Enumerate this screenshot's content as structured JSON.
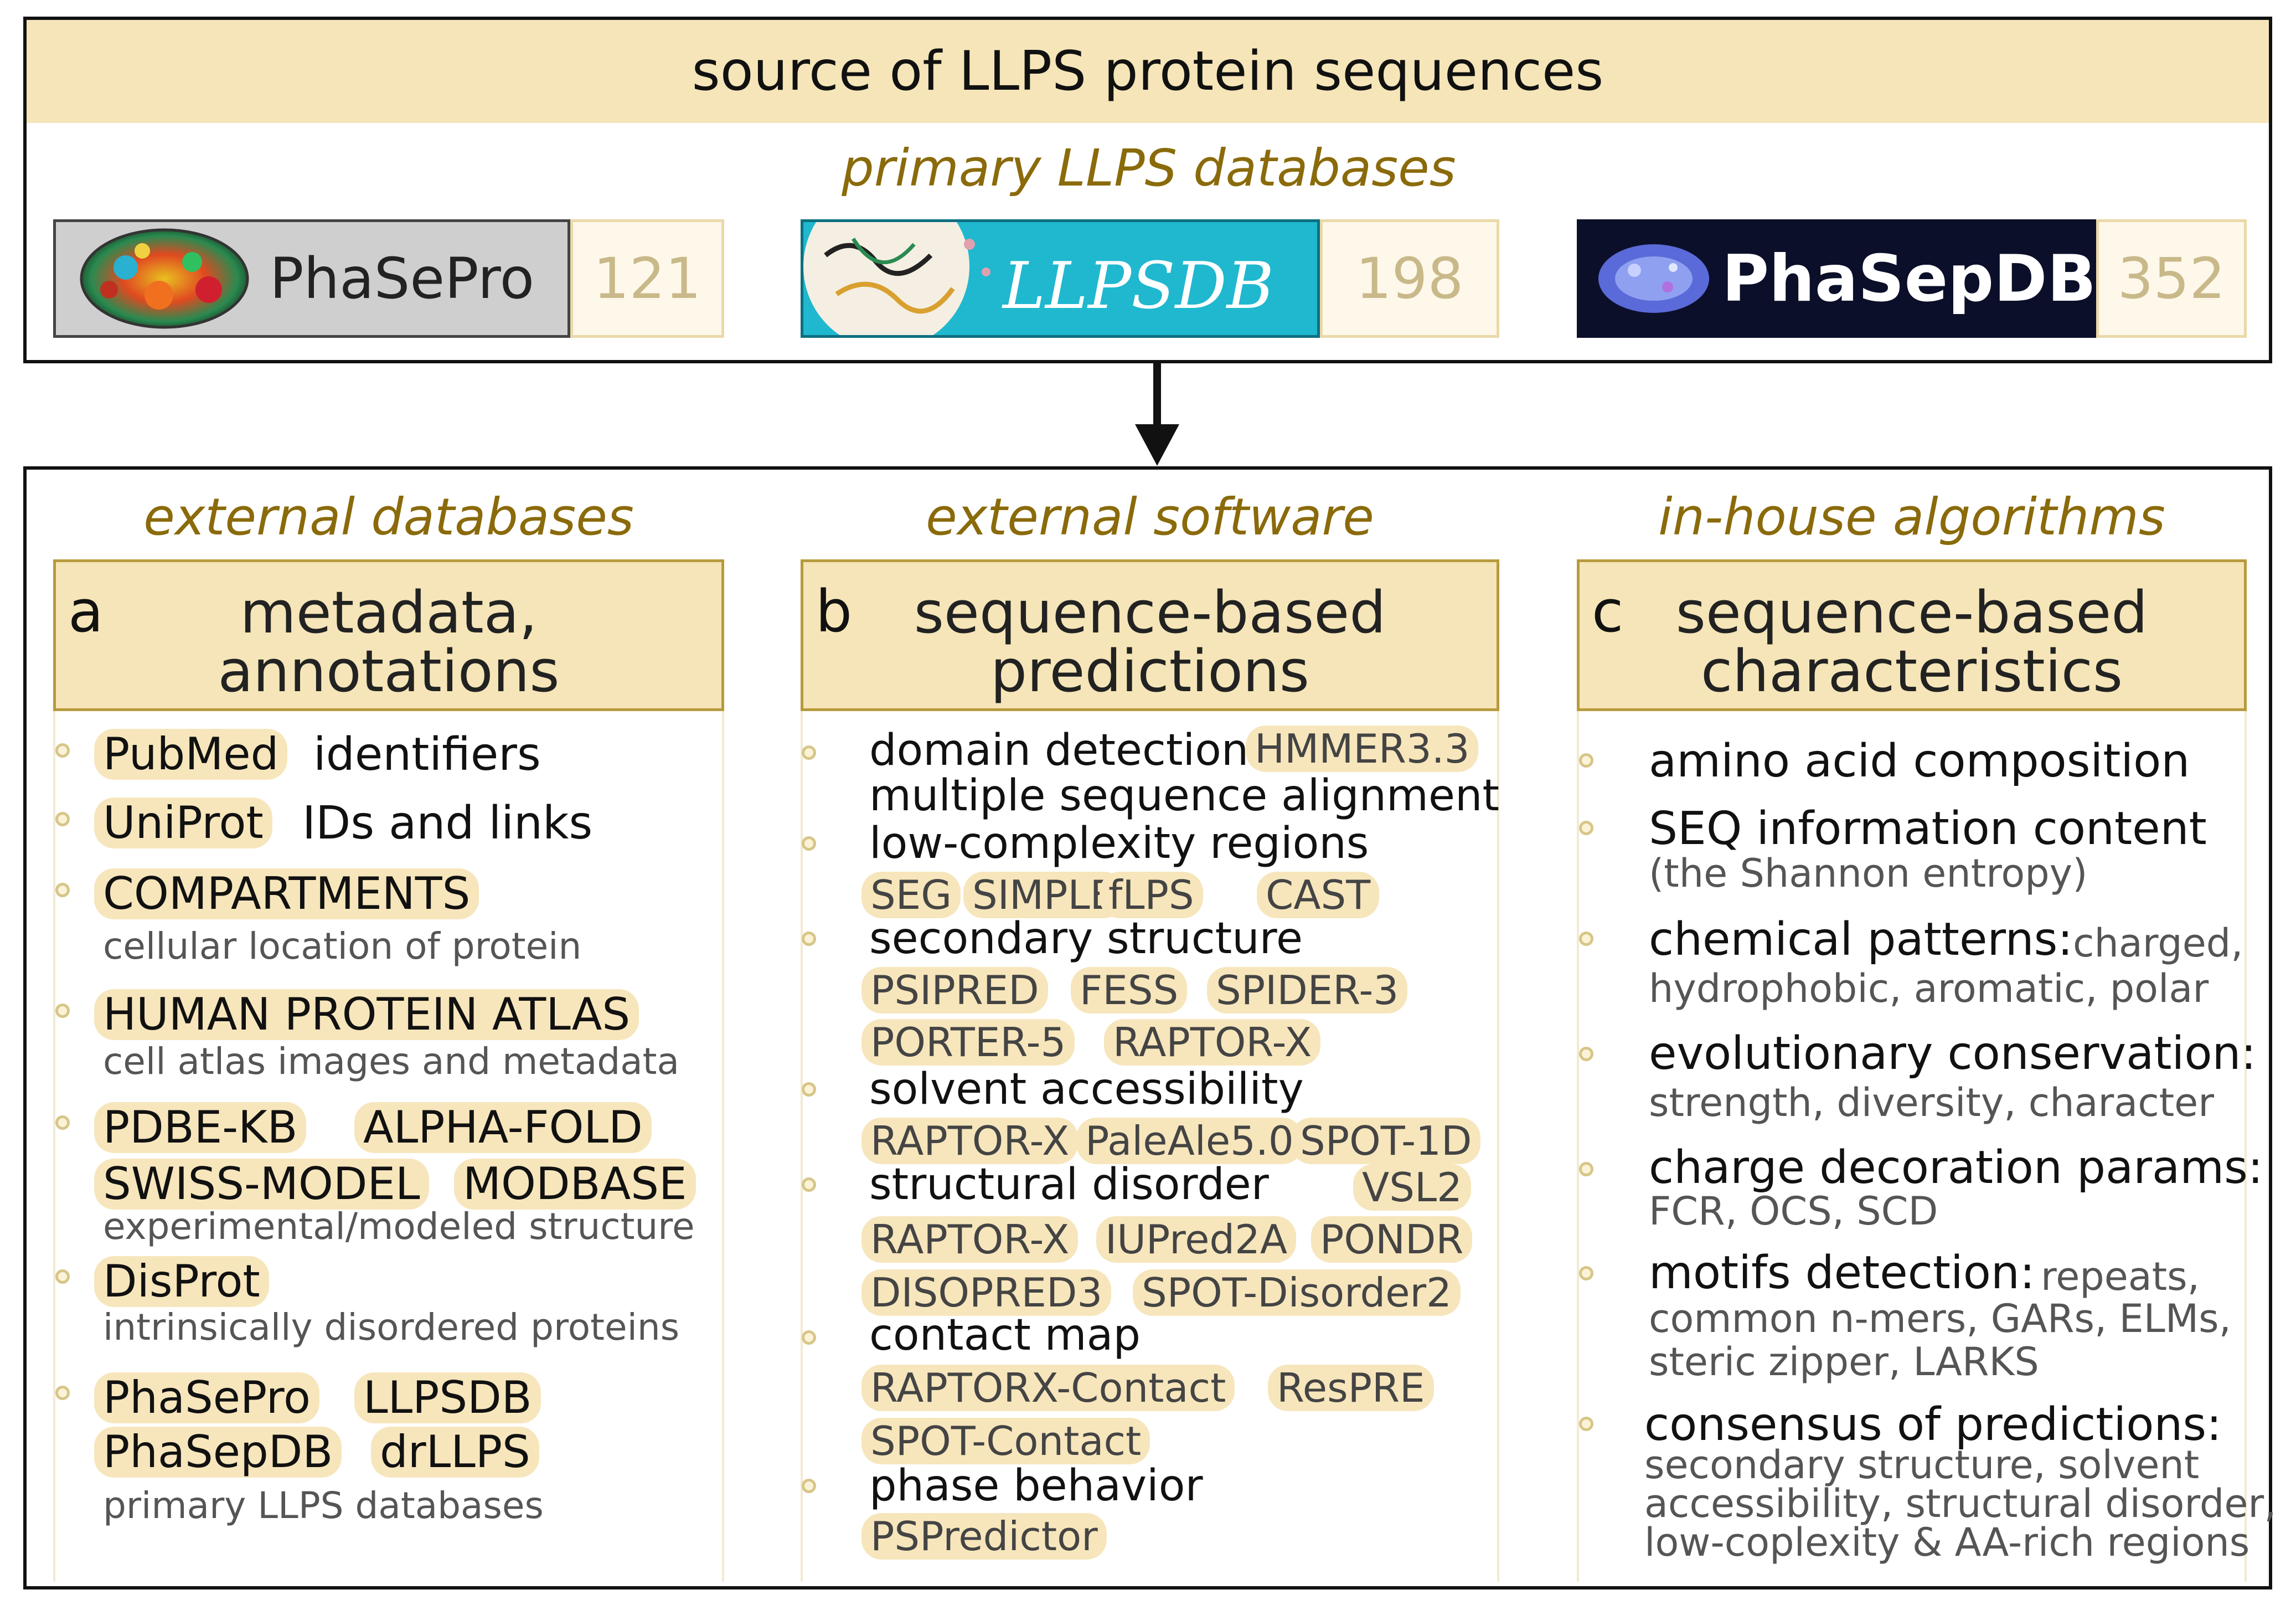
{
  "top": {
    "title": "source of LLPS protein sequences",
    "subtitle": "primary LLPS databases",
    "databases": [
      {
        "name": "PhaSePro",
        "count": "121"
      },
      {
        "name": "LLPSDB",
        "count": "198"
      },
      {
        "name": "PhaSepDB",
        "count": "352"
      }
    ]
  },
  "columns": {
    "a": {
      "section": "external databases",
      "letter": "a",
      "head1": "metadata,",
      "head2": "annotations",
      "items": {
        "pubmed_tag": "PubMed",
        "pubmed_text": "identifiers",
        "uniprot_tag": "UniProt",
        "uniprot_text": "IDs and links",
        "compartments_tag": "COMPARTMENTS",
        "compartments_sub": "cellular location of protein",
        "hpa_tag": "HUMAN PROTEIN ATLAS",
        "hpa_sub": "cell atlas images and metadata",
        "pdbe_tag": "PDBE-KB",
        "alphafold_tag": "ALPHA-FOLD",
        "swiss_tag": "SWISS-MODEL",
        "modbase_tag": "MODBASE",
        "structure_sub": "experimental/modeled structure",
        "disprot_tag": "DisProt",
        "disprot_sub": "intrinsically disordered proteins",
        "phasepro_tag": "PhaSePro",
        "llpsdb_tag": "LLPSDB",
        "phasepdb_tag": "PhaSepDB",
        "drllps_tag": "drLLPS",
        "primary_sub": "primary LLPS databases"
      }
    },
    "b": {
      "section": "external software",
      "letter": "b",
      "head1": "sequence-based",
      "head2": "predictions",
      "items": {
        "domain_text": "domain detection",
        "hmmer_tag": "HMMER3.3",
        "msa_text": "multiple sequence alignment",
        "lowcomp_text": "low-complexity regions",
        "seg_tag": "SEG",
        "simple_tag": "SIMPLE",
        "flps_tag": "fLPS",
        "cast_tag": "CAST",
        "secondary_text": "secondary structure",
        "psipred_tag": "PSIPRED",
        "fess_tag": "FESS",
        "spider_tag": "SPIDER-3",
        "porter_tag": "PORTER-5",
        "raptor1_tag": "RAPTOR-X",
        "solvent_text": "solvent accessibility",
        "raptor2_tag": "RAPTOR-X",
        "paleale_tag": "PaleAle5.0",
        "spot1d_tag": "SPOT-1D",
        "disorder_text": "structural disorder",
        "vsl2_tag": "VSL2",
        "raptor3_tag": "RAPTOR-X",
        "iupred_tag": "IUPred2A",
        "pondr_tag": "PONDR",
        "disopred_tag": "DISOPRED3",
        "spotdis_tag": "SPOT-Disorder2",
        "contact_text": "contact map",
        "raptorx_contact_tag": "RAPTORX-Contact",
        "respre_tag": "ResPRE",
        "spot_contact_tag": "SPOT-Contact",
        "phase_text": "phase behavior",
        "pspredictor_tag": "PSPredictor"
      }
    },
    "c": {
      "section": "in-house algorithms",
      "letter": "c",
      "head1": "sequence-based",
      "head2": "characteristics",
      "items": {
        "aa_text": "amino acid composition",
        "seq_text": "SEQ information content",
        "seq_sub": "(the Shannon entropy)",
        "chem_text": "chemical patterns:",
        "chem_inline": "charged,",
        "chem_sub": "hydrophobic, aromatic, polar",
        "evo_text": "evolutionary conservation:",
        "evo_sub": "strength, diversity, character",
        "charge_text": "charge decoration params:",
        "charge_sub": "FCR, OCS, SCD",
        "motif_text": "motifs detection:",
        "motif_inline": "repeats,",
        "motif_sub1": "common n-mers, GARs, ELMs,",
        "motif_sub2": "steric zipper, LARKS",
        "consensus_text": "consensus of predictions:",
        "consensus_sub1": "secondary structure, solvent",
        "consensus_sub2": "accessibility, structural disorder,",
        "consensus_sub3": "low-coplexity & AA-rich regions"
      }
    }
  }
}
